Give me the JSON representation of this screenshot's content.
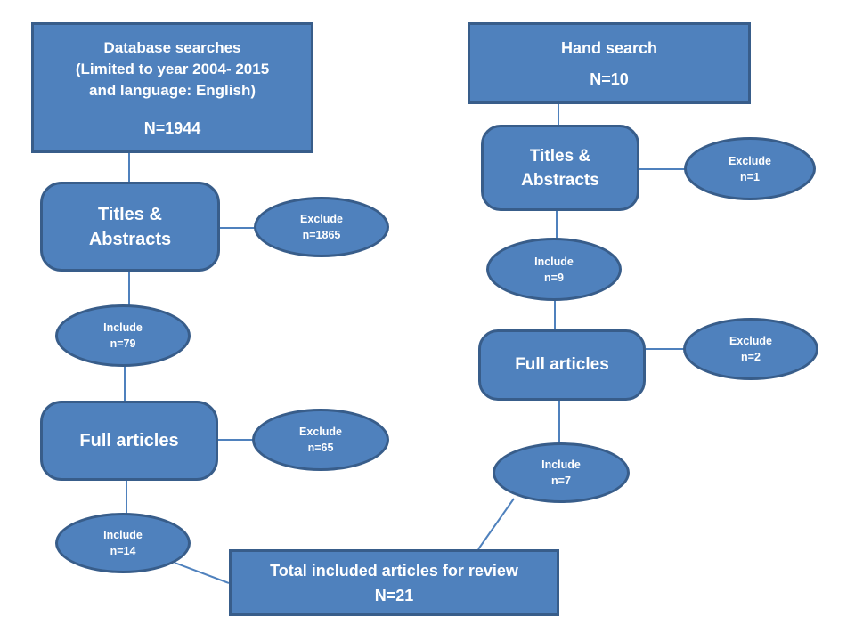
{
  "palette": {
    "shape_fill": "#4f81bd",
    "shape_border": "#385d8a",
    "connector": "#4f81bd",
    "text": "#ffffff",
    "background": "#ffffff"
  },
  "nodes": {
    "database_search": {
      "title": "Database searches\n(Limited to year 2004- 2015\nand language: English)",
      "count": "N=1944"
    },
    "hand_search": {
      "title": "Hand search",
      "count": "N=10"
    },
    "left": {
      "titles_abstracts": "Titles &\nAbstracts",
      "exclude_titles": "Exclude\nn=1865",
      "include_titles": "Include\nn=79",
      "full_articles": "Full articles",
      "exclude_full": "Exclude\nn=65",
      "include_full": "Include\nn=14"
    },
    "right": {
      "titles_abstracts": "Titles &\nAbstracts",
      "exclude_titles": "Exclude\nn=1",
      "include_titles": "Include\nn=9",
      "full_articles": "Full articles",
      "exclude_full": "Exclude\nn=2",
      "include_full": "Include\nn=7"
    },
    "total": {
      "title": "Total included articles for review",
      "count": "N=21"
    }
  }
}
